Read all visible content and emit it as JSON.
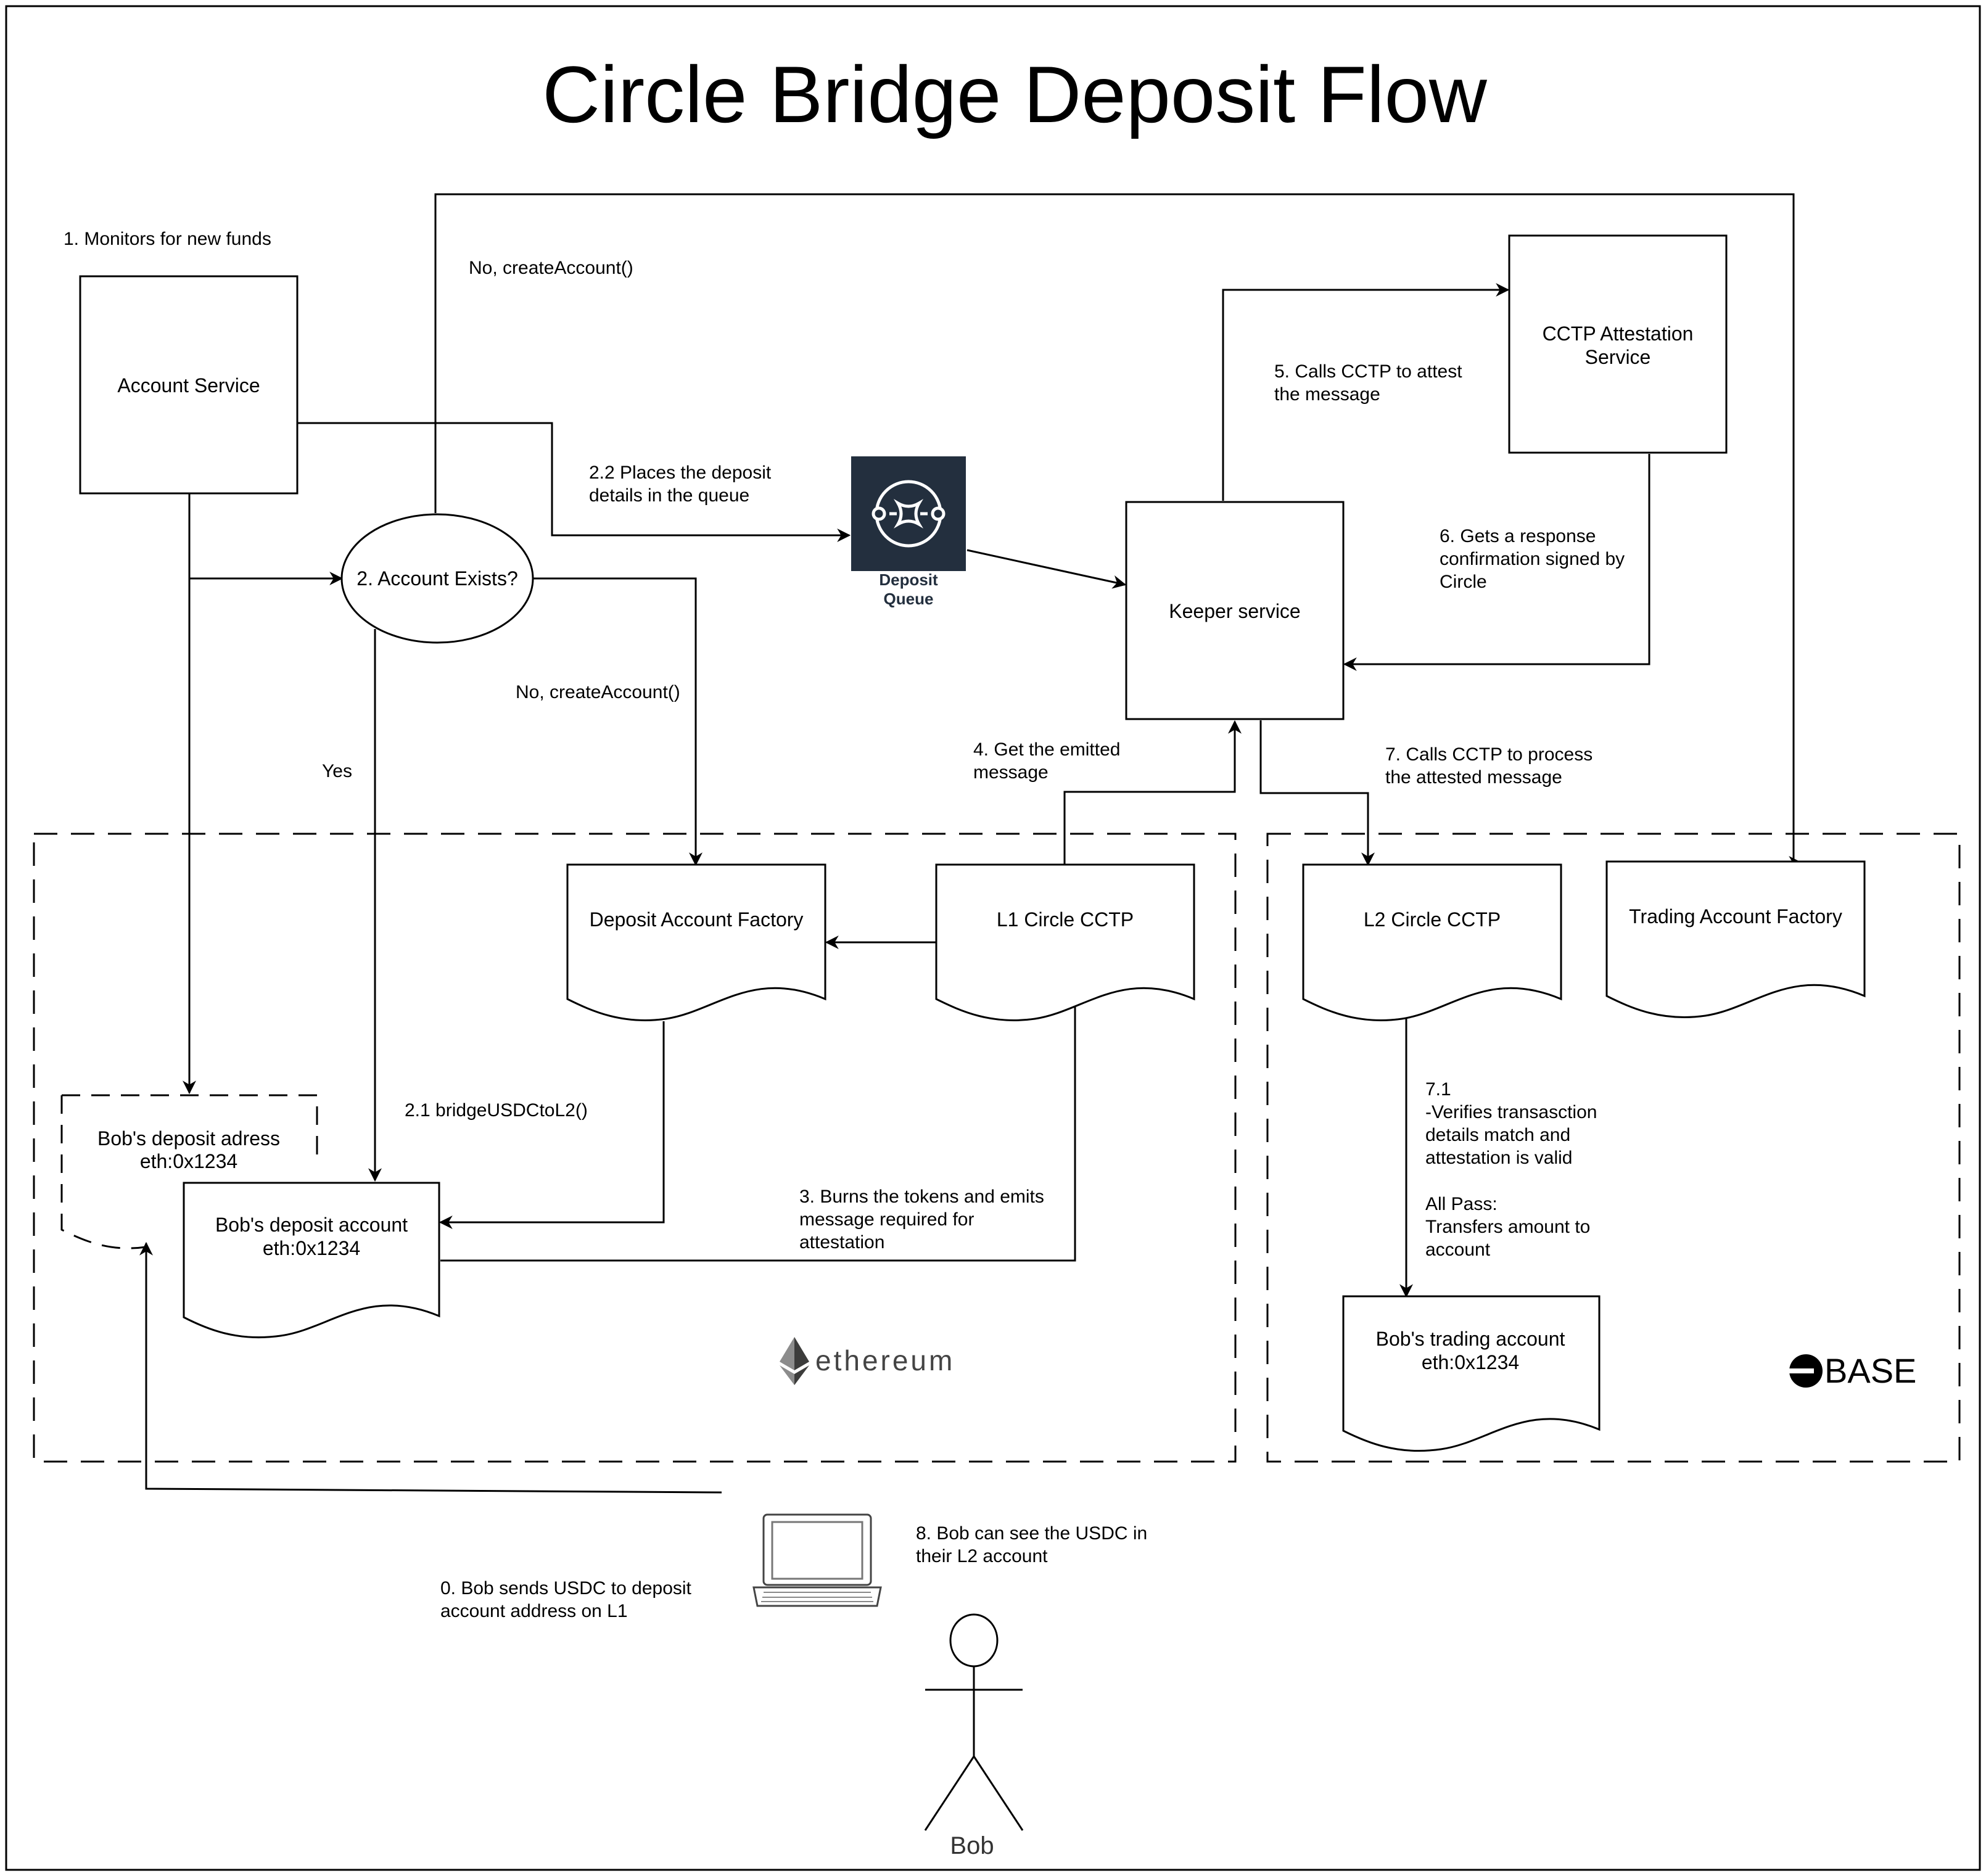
{
  "title": "Circle Bridge Deposit Flow",
  "nodes": {
    "account_service": "Account Service",
    "account_exists": "2. Account Exists?",
    "deposit_queue_line1": "Deposit",
    "deposit_queue_line2": "Queue",
    "keeper_service": "Keeper service",
    "cctp_attestation_line1": "CCTP Attestation",
    "cctp_attestation_line2": "Service",
    "deposit_account_factory": "Deposit Account Factory",
    "l1_circle_cctp": "L1 Circle CCTP",
    "l2_circle_cctp": "L2 Circle CCTP",
    "trading_account_factory": "Trading Account Factory",
    "bobs_deposit_adress_line1": "Bob's deposit adress",
    "bobs_deposit_adress_line2": "eth:0x1234",
    "bobs_deposit_account_line1": "Bob's deposit account",
    "bobs_deposit_account_line2": "eth:0x1234",
    "bobs_trading_account_line1": "Bob's trading account",
    "bobs_trading_account_line2": "eth:0x1234",
    "bob": "Bob"
  },
  "labels": {
    "monitors": "1. Monitors for new funds",
    "no_create_top": "No, createAccount()",
    "no_create_mid": "No, createAccount()",
    "yes": "Yes",
    "places_line1": "2.2 Places the deposit",
    "places_line2": "details in the queue",
    "calls_attest_line1": "5. Calls CCTP to attest",
    "calls_attest_line2": "the message",
    "gets_response_line1": "6. Gets a response",
    "gets_response_line2": "confirmation signed by",
    "gets_response_line3": "Circle",
    "get_emitted_line1": "4. Get the emitted",
    "get_emitted_line2": "message",
    "calls_process_line1": "7. Calls CCTP to process",
    "calls_process_line2": "the attested message",
    "bridge": "2.1 bridgeUSDCtoL2()",
    "burns_line1": "3. Burns the tokens and emits",
    "burns_line2": "message required for",
    "burns_line3": "attestation",
    "verifies_line1": "7.1",
    "verifies_line2": "-Verifies transasction",
    "verifies_line3": "details match and",
    "verifies_line4": "attestation is valid",
    "verifies_line5": "All Pass:",
    "verifies_line6": "Transfers amount to",
    "verifies_line7": "account",
    "bob_sends_line1": "0. Bob sends USDC to deposit",
    "bob_sends_line2": "account address on L1",
    "bob_sees_line1": "8. Bob can see the USDC in",
    "bob_sees_line2": "their L2 account"
  },
  "logos": {
    "ethereum": "ethereum",
    "base": "BASE"
  },
  "colors": {
    "stroke": "#000000",
    "queue_fill": "#232f3e",
    "background": "#ffffff"
  }
}
